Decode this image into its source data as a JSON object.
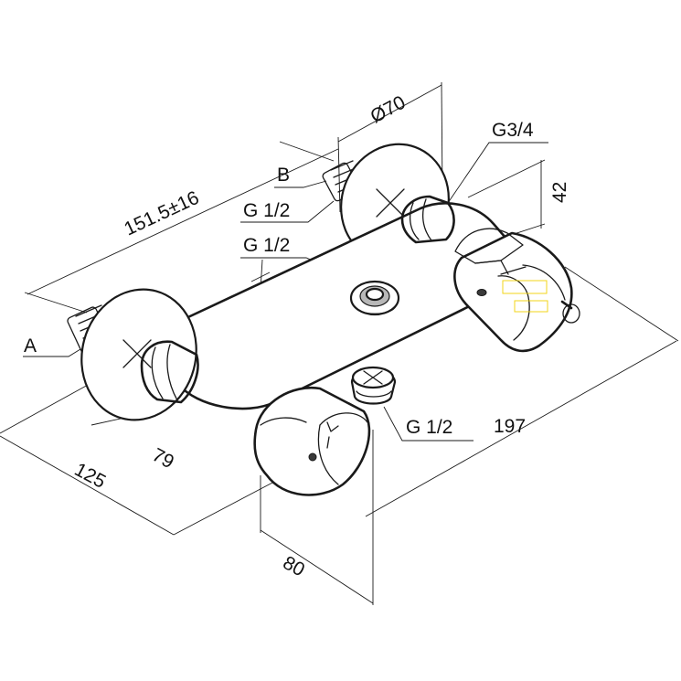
{
  "labels": {
    "connection_a": "A",
    "connection_b": "B",
    "thread_b": "G 1/2",
    "thread_top_outlet": "G 1/2",
    "thread_bottom_outlet": "G 1/2",
    "thread_right": "G3/4",
    "flange_diameter": "Ø70",
    "inlet_spacing": "151.5±16",
    "height_right": "42",
    "overall_length": "197",
    "depth_total": "125",
    "depth_wall": "79",
    "depth_handle": "80"
  }
}
